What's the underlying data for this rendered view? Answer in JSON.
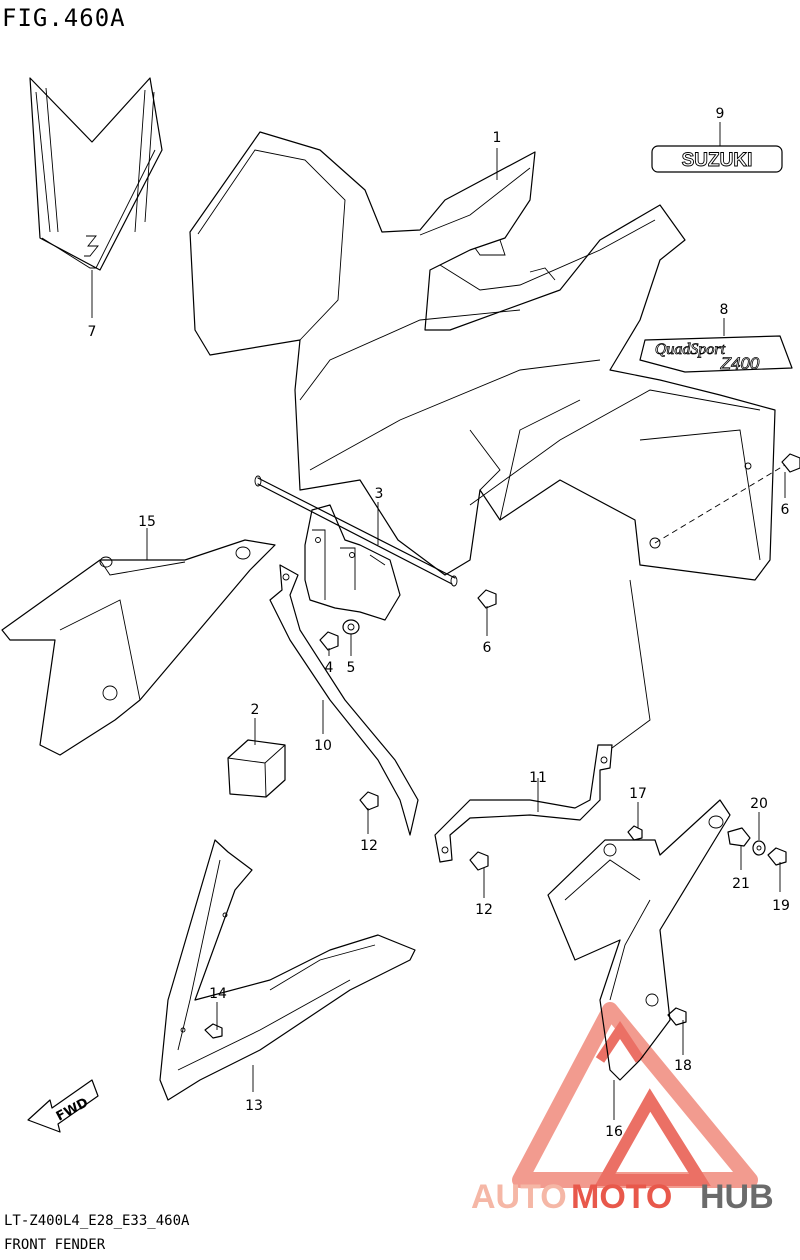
{
  "figure": {
    "title": "FIG.460A",
    "code": "LT-Z400L4_E28_E33_460A",
    "caption": "FRONT FENDER"
  },
  "badges": {
    "suzuki": "SUZUKI",
    "quadsport_line1": "QuadSport",
    "quadsport_line2": "Z400",
    "fwd": "FWD"
  },
  "callouts": [
    {
      "id": "1",
      "label": "1"
    },
    {
      "id": "2",
      "label": "2"
    },
    {
      "id": "3",
      "label": "3"
    },
    {
      "id": "4",
      "label": "4"
    },
    {
      "id": "5",
      "label": "5"
    },
    {
      "id": "6a",
      "label": "6"
    },
    {
      "id": "6b",
      "label": "6"
    },
    {
      "id": "7",
      "label": "7"
    },
    {
      "id": "8",
      "label": "8"
    },
    {
      "id": "9",
      "label": "9"
    },
    {
      "id": "10",
      "label": "10"
    },
    {
      "id": "11",
      "label": "11"
    },
    {
      "id": "12a",
      "label": "12"
    },
    {
      "id": "12b",
      "label": "12"
    },
    {
      "id": "13",
      "label": "13"
    },
    {
      "id": "14",
      "label": "14"
    },
    {
      "id": "15",
      "label": "15"
    },
    {
      "id": "16",
      "label": "16"
    },
    {
      "id": "17",
      "label": "17"
    },
    {
      "id": "18",
      "label": "18"
    },
    {
      "id": "19",
      "label": "19"
    },
    {
      "id": "20",
      "label": "20"
    },
    {
      "id": "21",
      "label": "21"
    }
  ],
  "watermark": {
    "part1": "AUTO",
    "part2": "MOTO",
    "part3": "HUB",
    "color_a": "#f5b7a6",
    "color_b": "#e8584b",
    "color_c": "#6b6b6b"
  }
}
